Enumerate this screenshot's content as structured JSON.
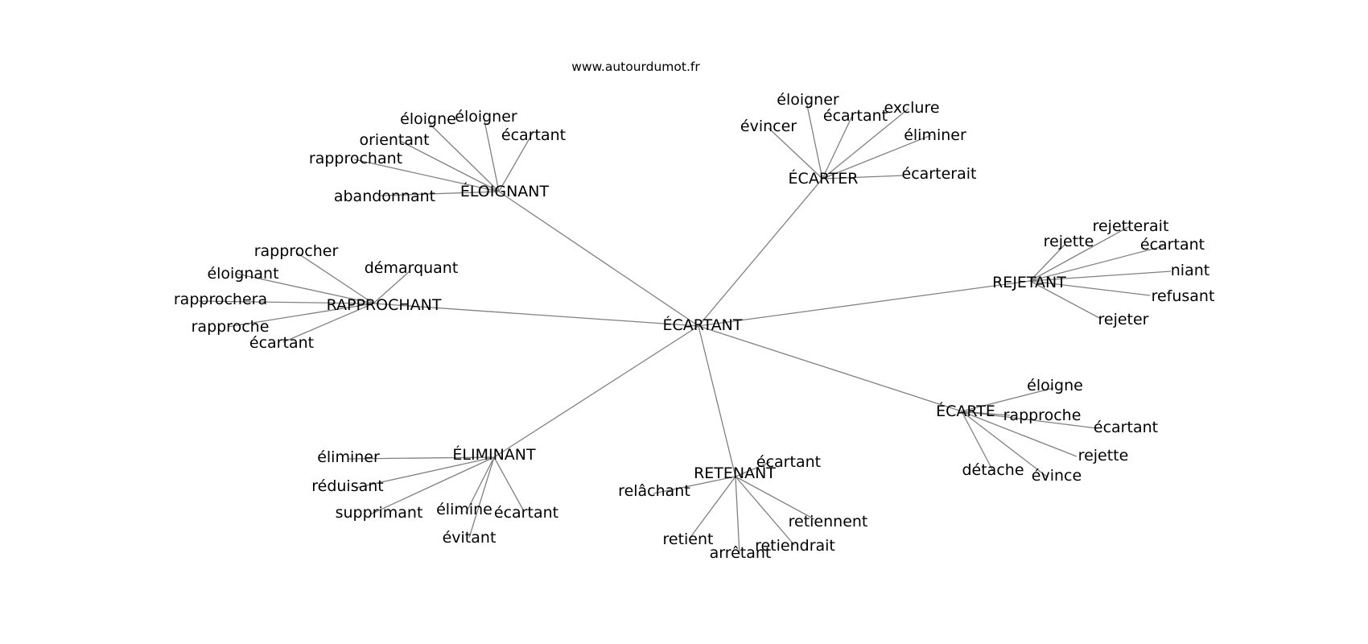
{
  "source": "www.autourdumot.fr",
  "graph": {
    "root": "ÉCARTANT",
    "hubs": [
      {
        "label": "ÉLOIGNANT",
        "children": [
          "éloigne",
          "éloigner",
          "orientant",
          "écartant",
          "rapprochant",
          "abandonnant"
        ]
      },
      {
        "label": "ÉCARTER",
        "children": [
          "éloigner",
          "évincer",
          "écartant",
          "exclure",
          "éliminer",
          "écarterait"
        ]
      },
      {
        "label": "REJETANT",
        "children": [
          "rejetterait",
          "rejette",
          "écartant",
          "niant",
          "refusant",
          "rejeter"
        ]
      },
      {
        "label": "RAPPROCHANT",
        "children": [
          "rapprocher",
          "démarquant",
          "éloignant",
          "rapprochera",
          "rapproche",
          "écartant"
        ]
      },
      {
        "label": "ÉCARTE",
        "children": [
          "éloigne",
          "rapproche",
          "écartant",
          "rejette",
          "détache",
          "évince"
        ]
      },
      {
        "label": "ÉLIMINANT",
        "children": [
          "éliminer",
          "réduisant",
          "supprimant",
          "élimine",
          "écartant",
          "évitant"
        ]
      },
      {
        "label": "RETENANT",
        "children": [
          "écartant",
          "relâchant",
          "retiennent",
          "retient",
          "retiendrait",
          "arrêtant"
        ]
      }
    ]
  }
}
